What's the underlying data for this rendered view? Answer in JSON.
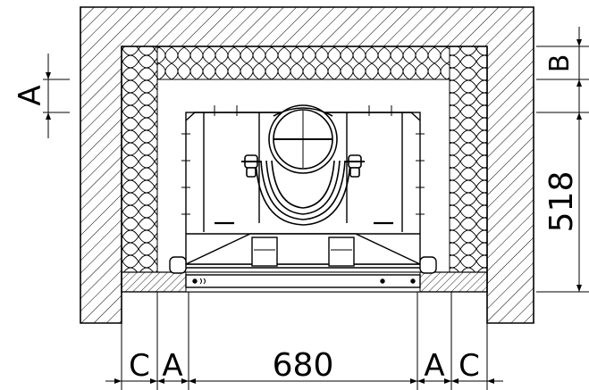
{
  "drawing": {
    "dimensions": {
      "a_left_bottom": "A",
      "c_left_bottom": "C",
      "width_bottom": "680",
      "a_right_bottom": "A",
      "c_right_bottom": "C",
      "a_left_side": "A",
      "b_right_side": "B",
      "height_right": "518"
    }
  }
}
